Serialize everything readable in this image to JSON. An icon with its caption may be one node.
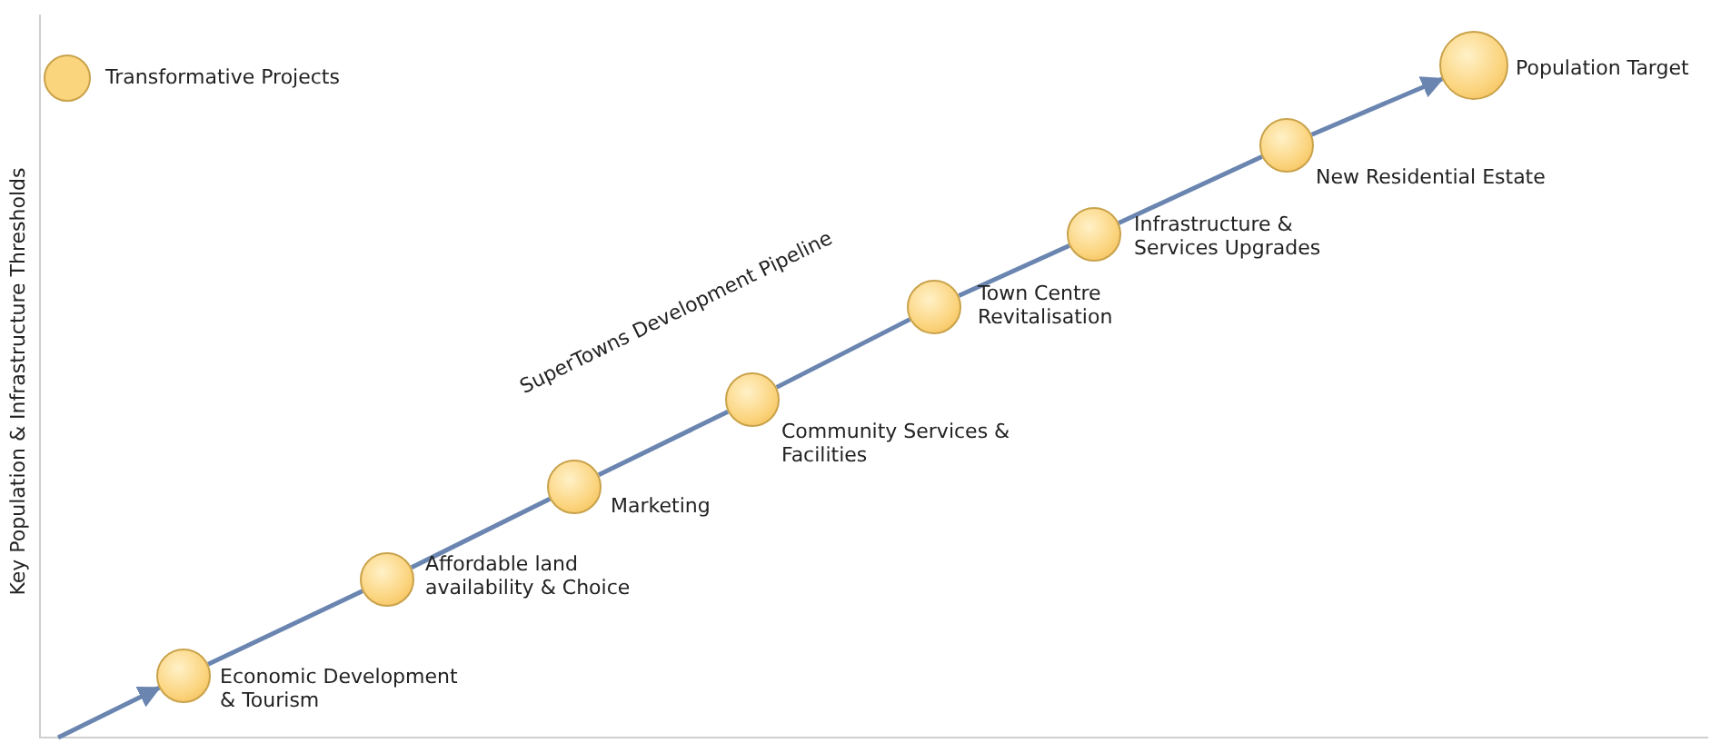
{
  "diagram": {
    "nodes": [
      {
        "text": [],
        "shape": "circle",
        "beside": [
          "Economic Development & Tourism"
        ]
      },
      {
        "text": [],
        "shape": "circle",
        "beside": [
          "Affordable land availability & Choice"
        ]
      },
      {
        "text": [],
        "shape": "circle",
        "beside": [
          "Marketing"
        ]
      },
      {
        "text": [],
        "shape": "circle",
        "beside": [
          "Community Services & Facilities"
        ]
      },
      {
        "text": [],
        "shape": "circle",
        "beside": [
          "Town Centre Revitalisation"
        ]
      },
      {
        "text": [],
        "shape": "circle",
        "beside": [
          "Infrastructure & Services Upgrades"
        ]
      },
      {
        "text": [],
        "shape": "circle",
        "beside": [
          "New Residential Estate"
        ]
      },
      {
        "text": [],
        "shape": "circle",
        "beside": [
          "Population Target"
        ]
      }
    ],
    "edges": [
      {
        "from": null,
        "to": 0,
        "arrow": "to"
      },
      {
        "from": 0,
        "to": 1,
        "arrow": "none"
      },
      {
        "from": 1,
        "to": 2,
        "arrow": "none"
      },
      {
        "from": 2,
        "to": 3,
        "arrow": "none",
        "label": "SuperTowns Development Pipeline"
      },
      {
        "from": 3,
        "to": 4,
        "arrow": "none"
      },
      {
        "from": 4,
        "to": 5,
        "arrow": "none"
      },
      {
        "from": 5,
        "to": 6,
        "arrow": "none"
      },
      {
        "from": 6,
        "to": 7,
        "arrow": "to"
      }
    ],
    "labels": [
      "Key Population & Infrastructure Thresholds"
    ],
    "legend": [
      {
        "text": "Transformative Projects",
        "color": "#fbd47e"
      }
    ]
  }
}
